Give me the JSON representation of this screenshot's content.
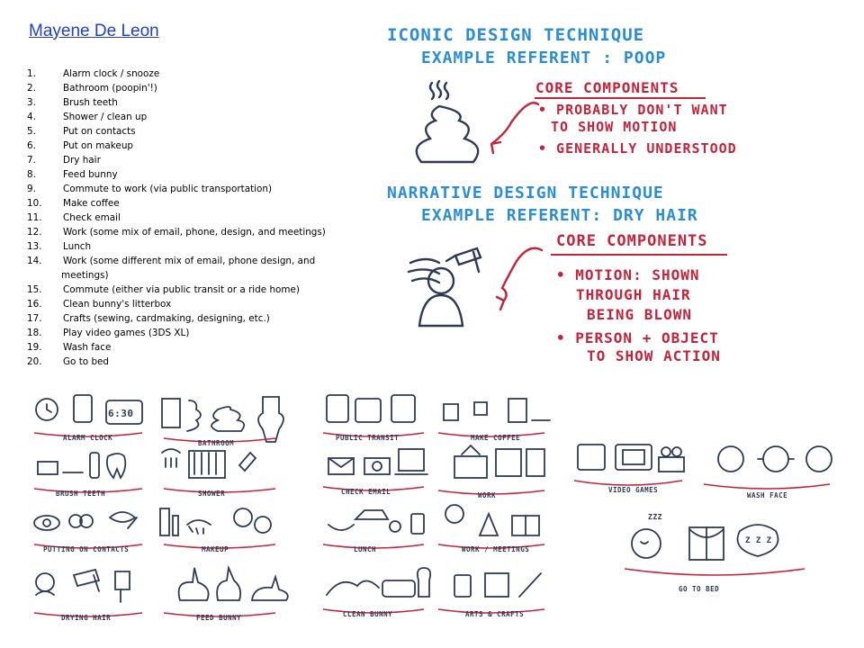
{
  "author": "Mayene De Leon",
  "todo": [
    {
      "n": "1.",
      "t": "Alarm clock / snooze"
    },
    {
      "n": "2.",
      "t": "Bathroom (poopin'!)"
    },
    {
      "n": "3.",
      "t": "Brush teeth"
    },
    {
      "n": "4.",
      "t": "Shower / clean up"
    },
    {
      "n": "5.",
      "t": "Put on contacts"
    },
    {
      "n": "6.",
      "t": "Put on makeup"
    },
    {
      "n": "7.",
      "t": "Dry hair"
    },
    {
      "n": "8.",
      "t": "Feed bunny"
    },
    {
      "n": "9.",
      "t": "Commute to work (via public transportation)"
    },
    {
      "n": "10.",
      "t": "Make coffee"
    },
    {
      "n": "11.",
      "t": "Check email"
    },
    {
      "n": "12.",
      "t": "Work (some mix of email, phone, design, and meetings)"
    },
    {
      "n": "13.",
      "t": "Lunch"
    },
    {
      "n": "14.",
      "t": "Work (some different mix of email, phone design, and",
      "cont": "meetings)"
    },
    {
      "n": "15.",
      "t": "Commute (either via public transit or a ride home)"
    },
    {
      "n": "16.",
      "t": "Clean bunny's litterbox"
    },
    {
      "n": "17.",
      "t": "Crafts (sewing, cardmaking, designing, etc.)"
    },
    {
      "n": "18.",
      "t": "Play video games (3DS XL)"
    },
    {
      "n": "19.",
      "t": "Wash face"
    },
    {
      "n": "20.",
      "t": "Go to bed"
    }
  ],
  "iconic": {
    "title": "ICONIC DESIGN TECHNIQUE",
    "referent": "EXAMPLE REFERENT : POOP",
    "core": "CORE COMPONENTS",
    "b1a": "• PROBABLY DON'T WANT",
    "b1b": "TO SHOW MOTION",
    "b2": "• GENERALLY UNDERSTOOD"
  },
  "narrative": {
    "title": "NARRATIVE DESIGN TECHNIQUE",
    "referent": "EXAMPLE REFERENT: DRY HAIR",
    "core": "CORE COMPONENTS",
    "b1a": "• MOTION: SHOWN",
    "b1b": "THROUGH HAIR",
    "b1c": "BEING BLOWN",
    "b2a": "• PERSON + OBJECT",
    "b2b": "TO SHOW ACTION"
  },
  "sketches": {
    "p1": [
      "ALARM CLOCK",
      "BATHROOM",
      "BRUSH TEETH",
      "SHOWER",
      "PUTTING ON CONTACTS",
      "MAKEUP",
      "DRYING HAIR",
      "FEED BUNNY"
    ],
    "p2": [
      "PUBLIC TRANSIT",
      "MAKE COFFEE",
      "CHECK EMAIL",
      "WORK",
      "LUNCH",
      "WORK / MEETINGS",
      "CLEAN BUNNY",
      "ARTS & CRAFTS"
    ],
    "p3": [
      "VIDEO GAMES",
      "WASH FACE",
      "GO TO BED"
    ],
    "clock_text": "6:30",
    "zzz1": "ZZZ",
    "zzz2": "Z Z Z"
  },
  "colors": {
    "link": "#1f3fd1",
    "blue_ink": "#2a8ed6",
    "red_ink": "#c4233a",
    "sketch_ink": "#2e3a55"
  }
}
